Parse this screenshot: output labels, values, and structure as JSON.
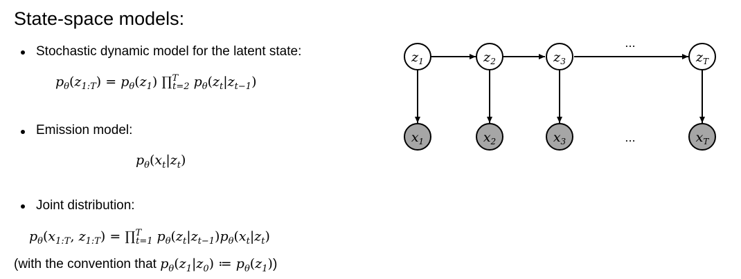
{
  "title": "State-space models:",
  "bullets": [
    {
      "text": "Stochastic dynamic model for the latent state:"
    },
    {
      "text": "Emission model:"
    },
    {
      "text": "Joint distribution:"
    }
  ],
  "note": {
    "prefix": "(with the convention that ",
    "suffix": ")"
  },
  "diagram": {
    "latent_nodes": [
      {
        "base": "z",
        "sub": "1"
      },
      {
        "base": "z",
        "sub": "2"
      },
      {
        "base": "z",
        "sub": "3"
      },
      {
        "base": "z",
        "sub": "T"
      }
    ],
    "observed_nodes": [
      {
        "base": "x",
        "sub": "1"
      },
      {
        "base": "x",
        "sub": "2"
      },
      {
        "base": "x",
        "sub": "3"
      },
      {
        "base": "x",
        "sub": "T"
      }
    ],
    "ellipsis": "...",
    "observed_fill": "#a6a6a6",
    "latent_fill": "#ffffff"
  }
}
